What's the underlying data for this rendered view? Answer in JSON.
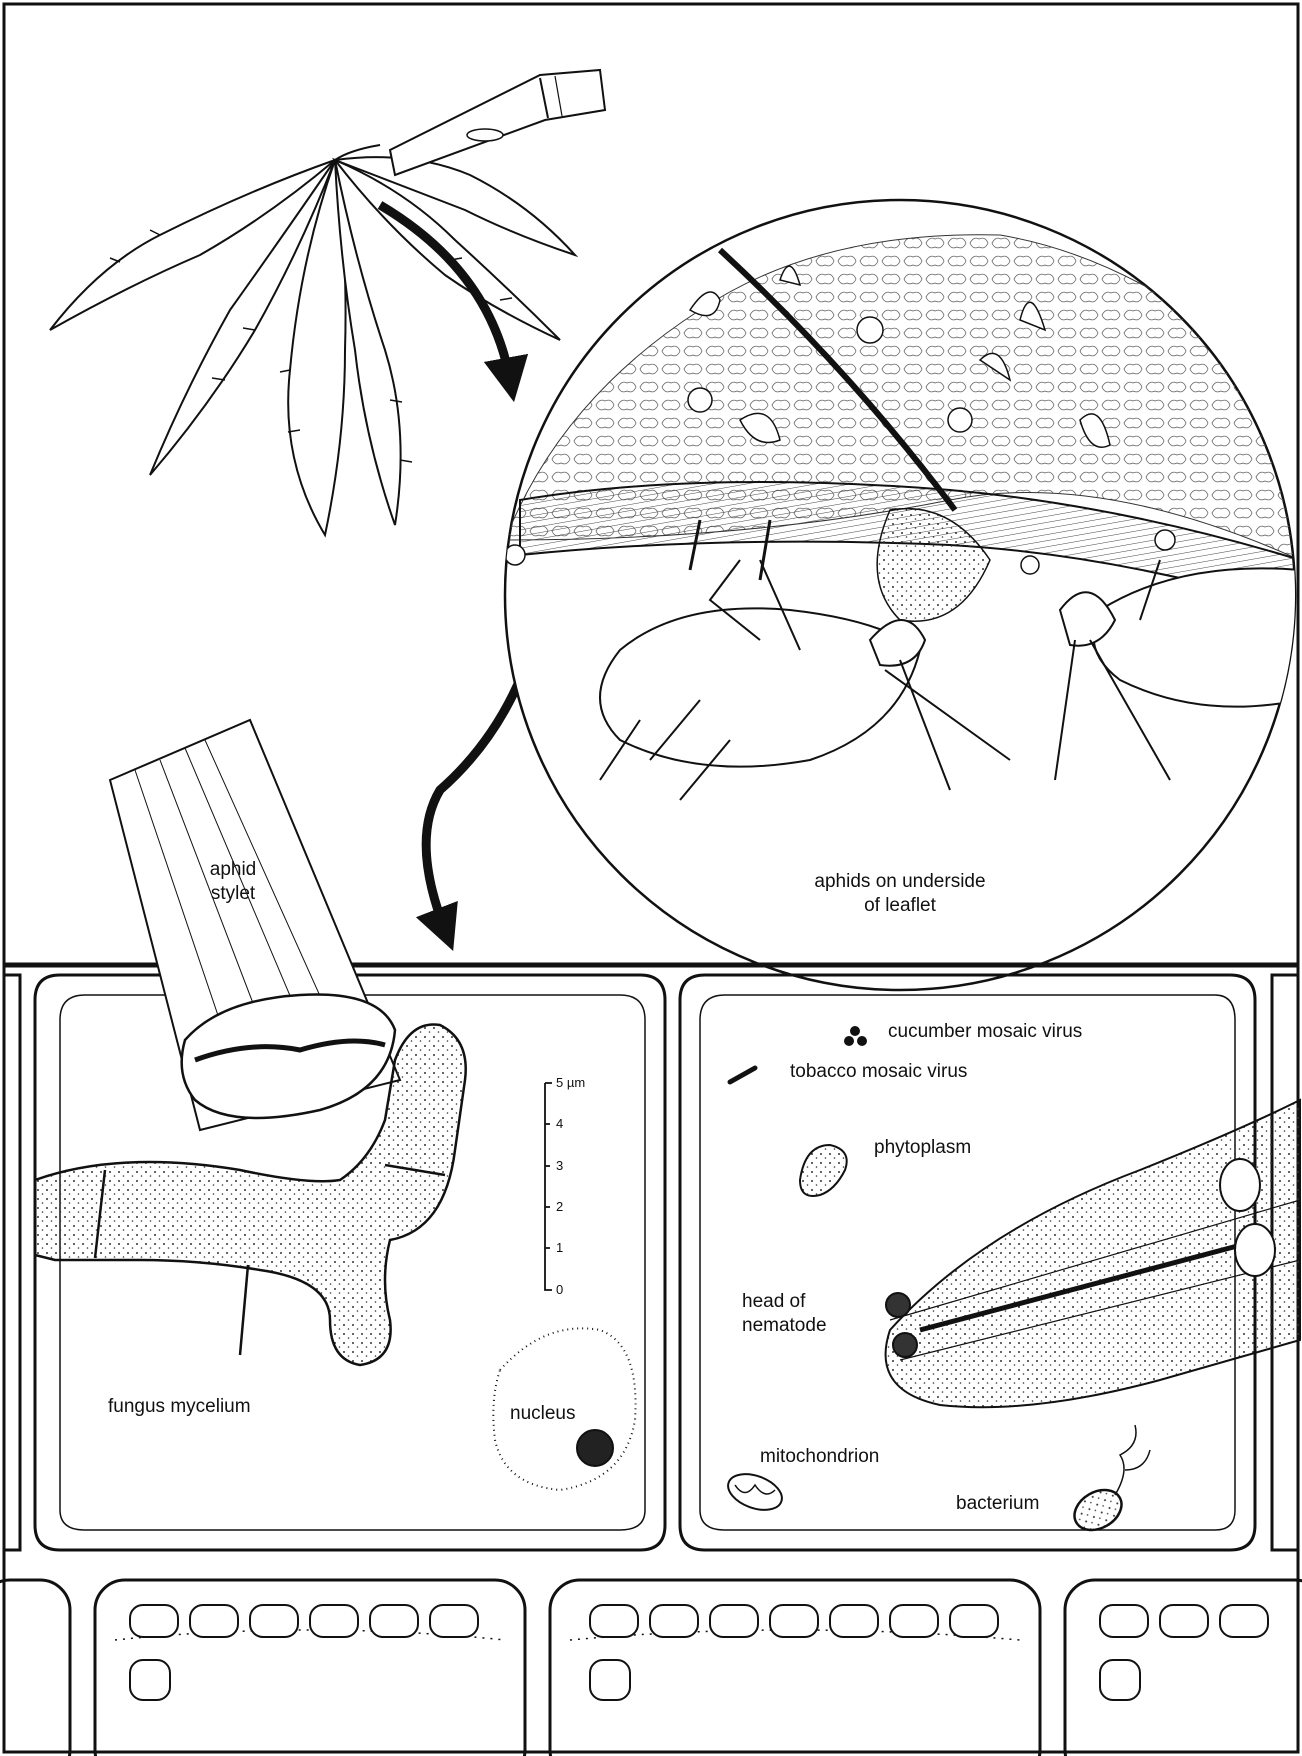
{
  "labels": {
    "aphid_stylet": [
      "aphid",
      "stylet"
    ],
    "aphids_leaflet": [
      "aphids on underside",
      "of leaflet"
    ],
    "cucumber_mosaic_virus": "cucumber mosaic virus",
    "tobacco_mosaic_virus": "tobacco mosaic virus",
    "phytoplasm": "phytoplasm",
    "head_of_nematode": [
      "head of",
      "nematode"
    ],
    "fungus_mycelium": "fungus mycelium",
    "nucleus": "nucleus",
    "mitochondrion": "mitochondrion",
    "bacterium": "bacterium"
  },
  "scale_bar": {
    "unit": "µm",
    "ticks": [
      "5",
      "4",
      "3",
      "2",
      "1",
      "0"
    ]
  },
  "colors": {
    "ink": "#111111",
    "paper": "#ffffff"
  }
}
